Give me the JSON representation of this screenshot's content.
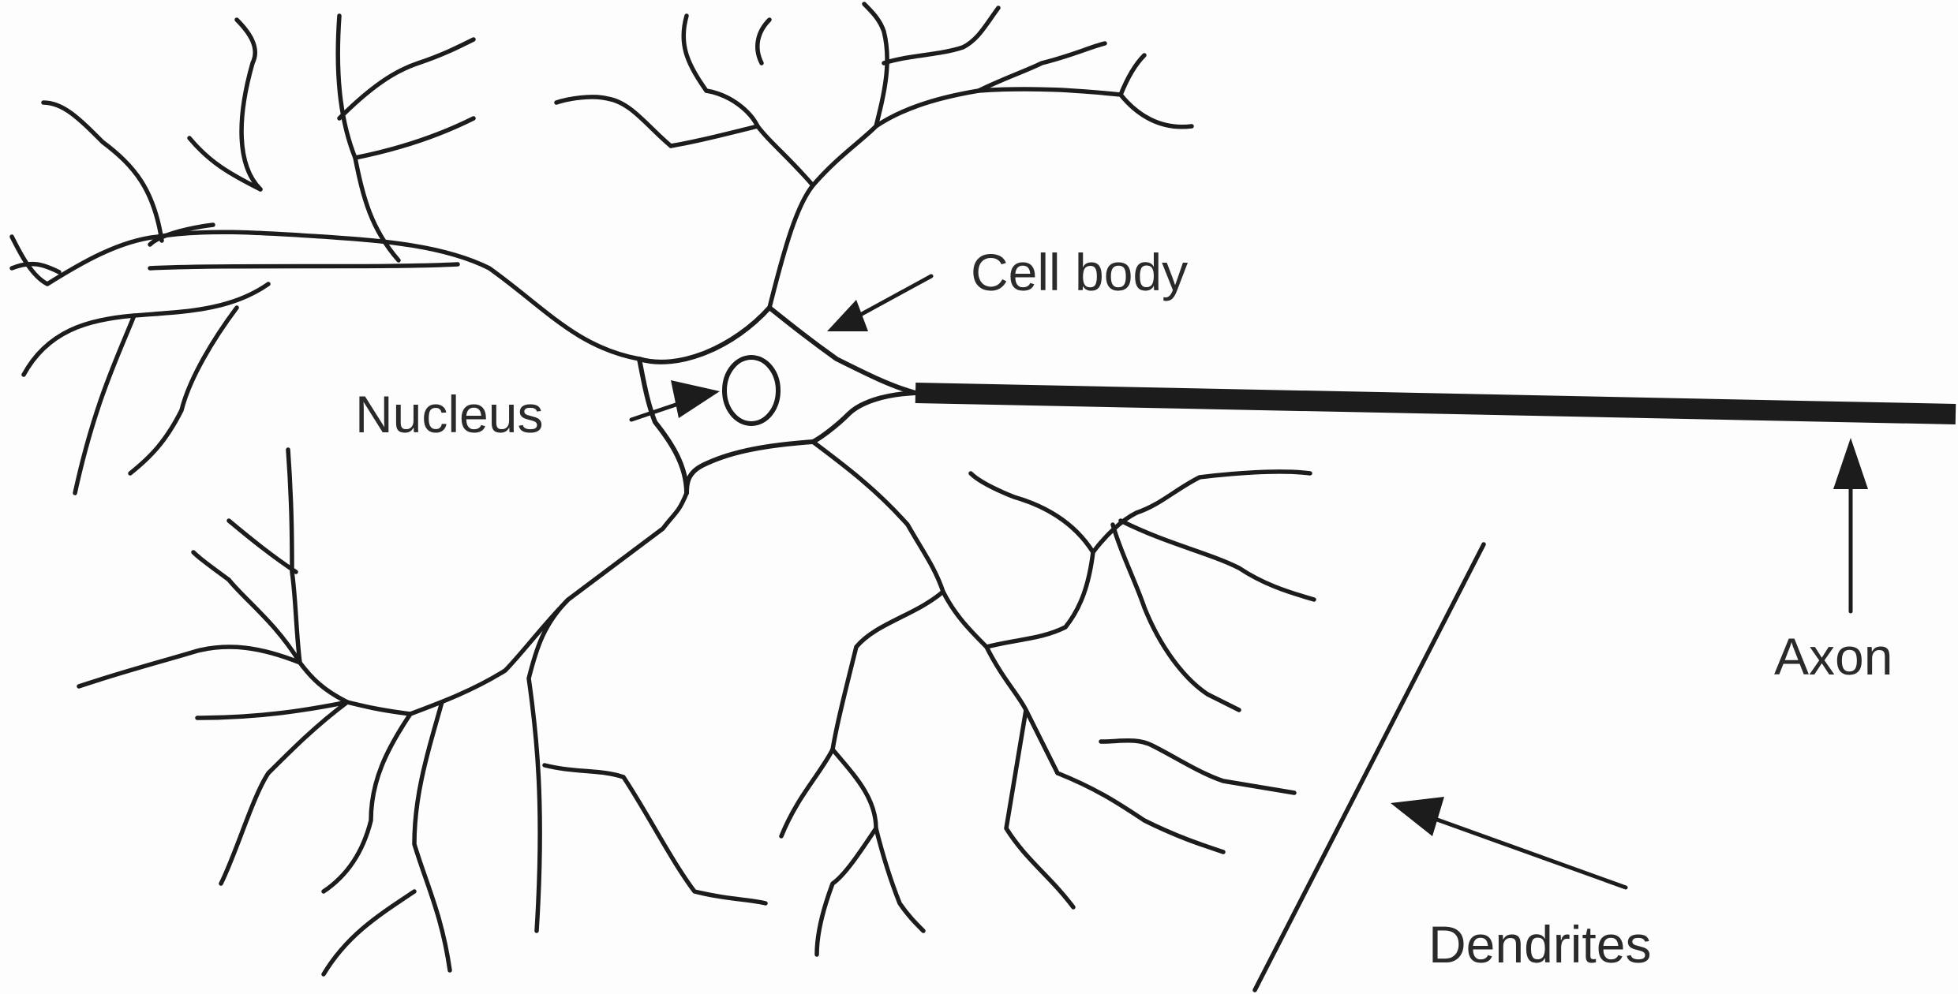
{
  "diagram": {
    "labels": {
      "cell_body": "Cell body",
      "nucleus": "Nucleus",
      "axon": "Axon",
      "dendrites": "Dendrites"
    },
    "colors": {
      "ink": "#1c1c1c",
      "text": "#2a2a2a",
      "background": "#fdfdfd"
    }
  }
}
